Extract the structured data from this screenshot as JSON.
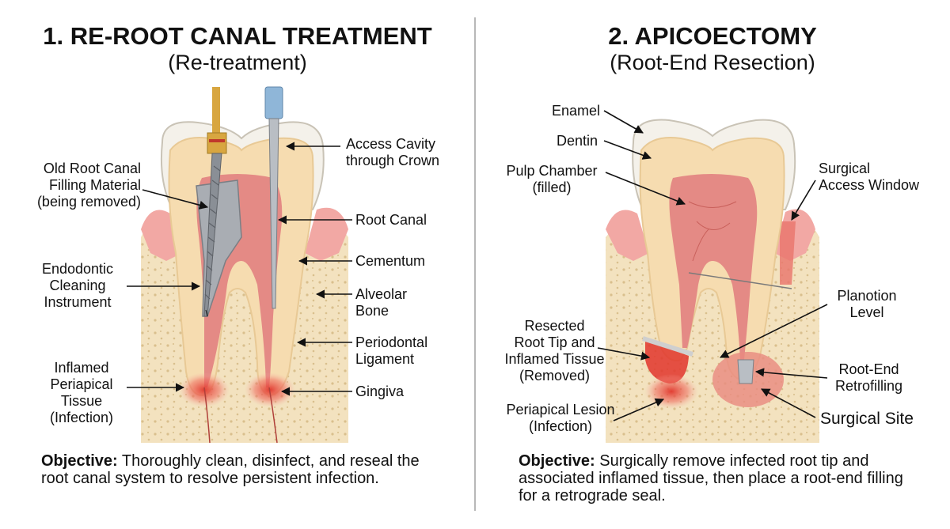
{
  "left": {
    "title": "1. RE-ROOT CANAL TREATMENT",
    "subtitle": "(Re-treatment)",
    "labels": {
      "access_cavity": "Access Cavity\nthrough Crown",
      "old_filling": "Old Root Canal\nFilling Material\n(being removed)",
      "root_canal": "Root Canal",
      "cementum": "Cementum",
      "endodontic": "Endodontic\nCleaning\nInstrument",
      "alveolar_bone": "Alveolar\nBone",
      "periodontal": "Periodontal\nLigament",
      "inflamed": "Inflamed\nPeriapical\nTissue\n(Infection)",
      "gingiva": "Gingiva"
    },
    "objective_label": "Objective:",
    "objective_text": " Thoroughly clean, disinfect, and reseal the root canal system to resolve persistent infection."
  },
  "right": {
    "title": "2. APICOECTOMY",
    "subtitle": "(Root-End Resection)",
    "labels": {
      "enamel": "Enamel",
      "dentin": "Dentin",
      "pulp_chamber": "Pulp Chamber\n(filled)",
      "surgical_access": "Surgical\nAccess Window",
      "planotion": "Planotion\nLevel",
      "resected": "Resected\nRoot Tip and\nInflamed Tissue\n(Removed)",
      "root_end": "Root-End\nRetrofilling",
      "lesion": "Periapical Lesion\n(Infection)",
      "surgical_site": "Surgical Site"
    },
    "objective_label": "Objective:",
    "objective_text": " Surgically remove infected root tip and associated inflamed tissue, then place a root-end filling for a retrograde seal."
  },
  "colors": {
    "enamel": "#f4f1ea",
    "dentin": "#f6dcb0",
    "pulp": "#e48a85",
    "gum": "#f2a8a4",
    "bone": "#f3e2bf",
    "infection": "#e0352b",
    "instrument": "#8a8f96",
    "instrument_gold": "#d8a640",
    "syringe_blue": "#8fb6d8"
  }
}
